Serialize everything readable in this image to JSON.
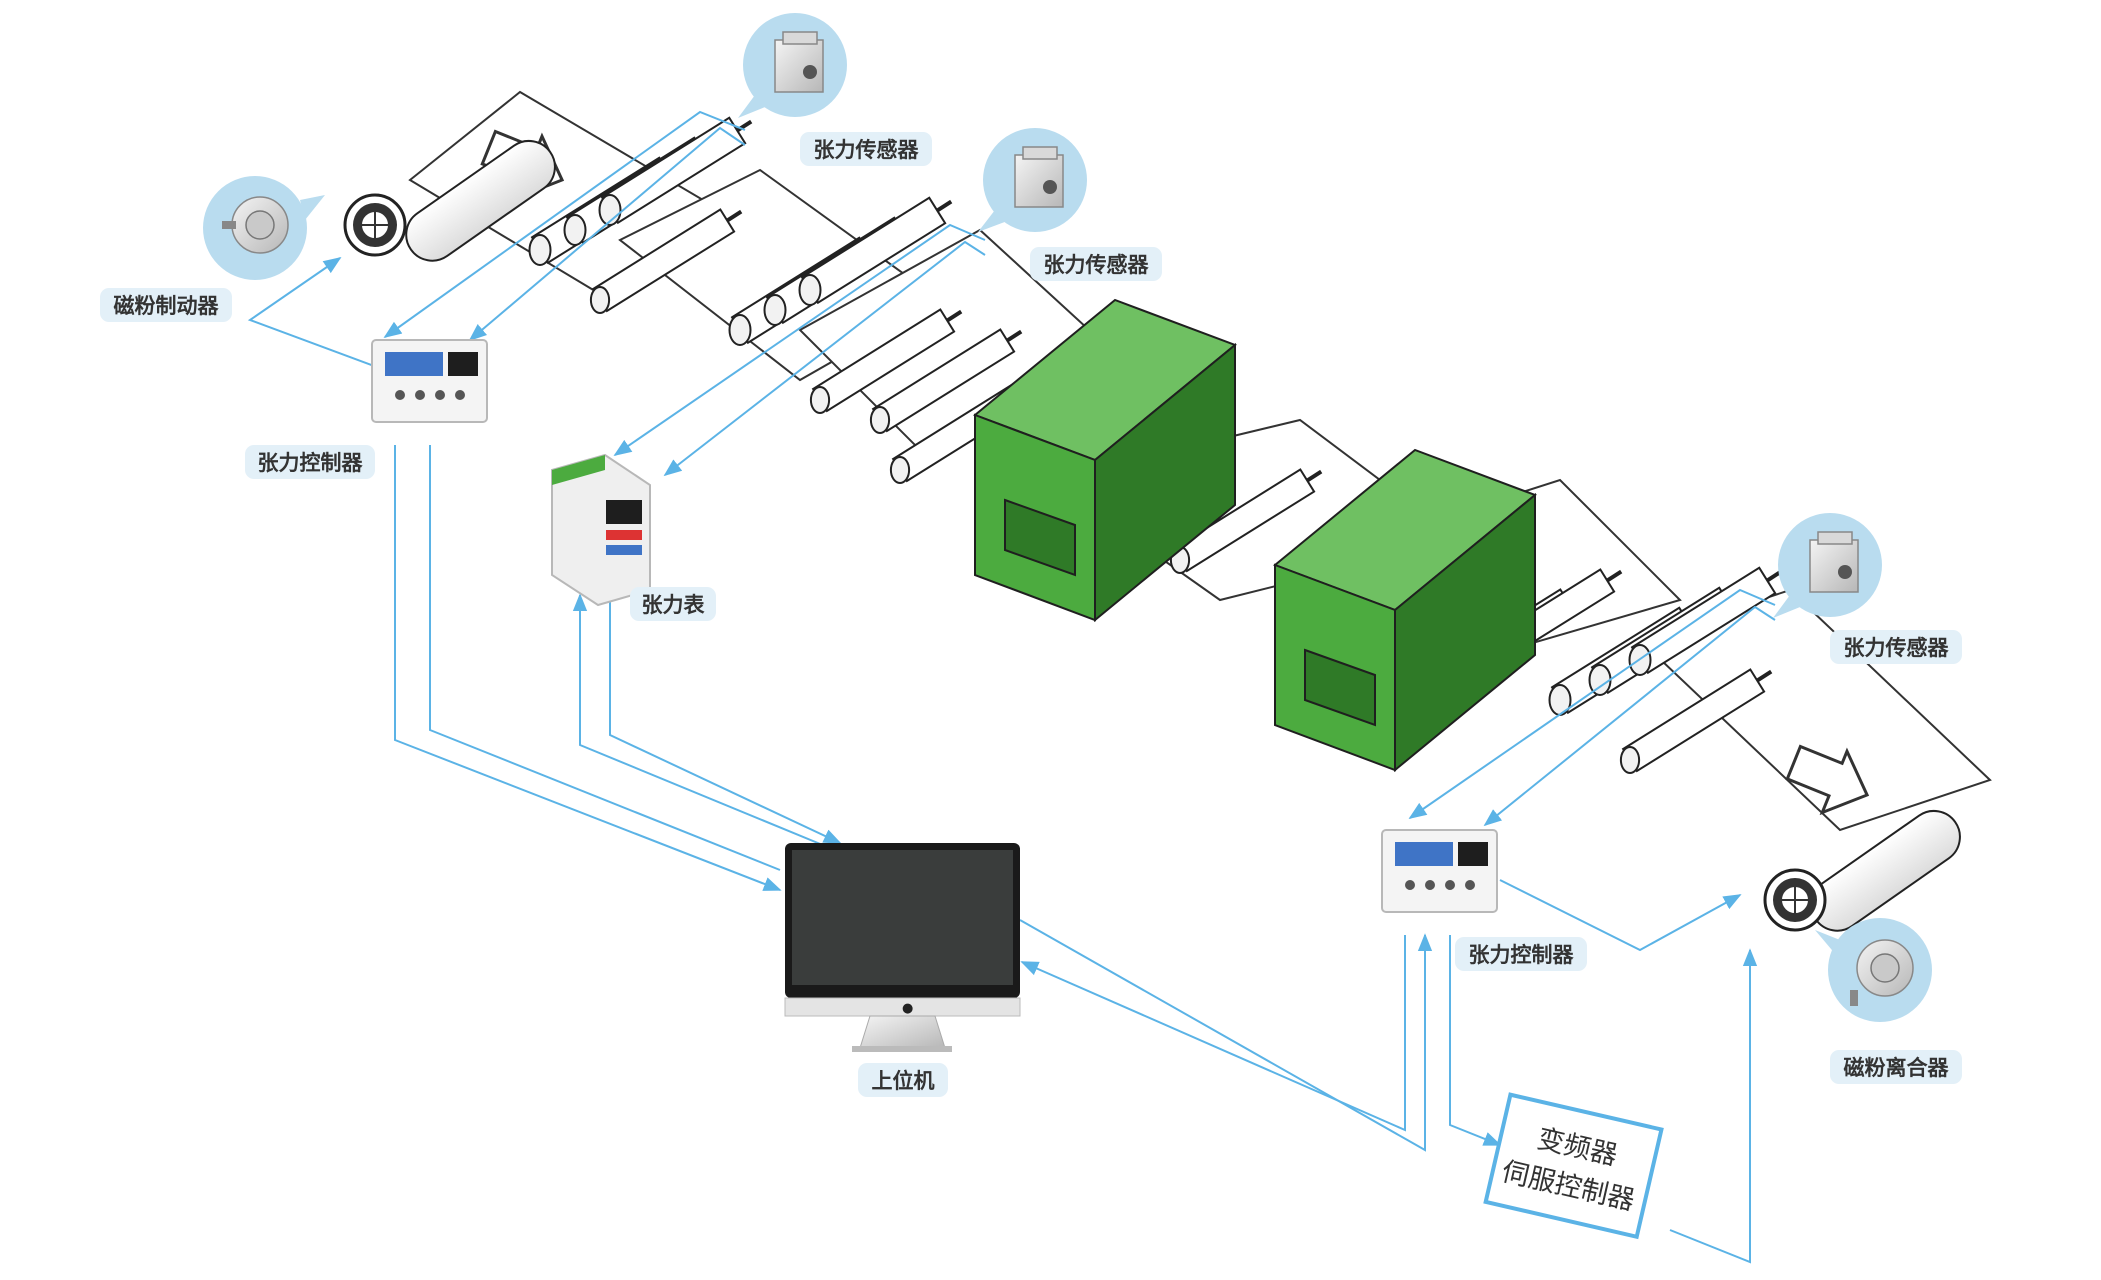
{
  "labels": {
    "magnetic_brake": "磁粉制动器",
    "tension_sensor_1": "张力传感器",
    "tension_sensor_2": "张力传感器",
    "tension_sensor_3": "张力传感器",
    "tension_controller_left": "张力控制器",
    "tension_controller_right": "张力控制器",
    "tension_meter": "张力表",
    "host_computer": "上位机",
    "magnetic_clutch": "磁粉离合器",
    "inverter_line1": "变频器",
    "inverter_line2": "伺服控制器"
  },
  "colors": {
    "connector": "#5bb3e6",
    "oven": "#4cab3f",
    "oven_dark": "#2f7a27",
    "bubble": "#b9dcef",
    "pill": "#e3f0f8",
    "monitor_screen": "#3a3d3c"
  },
  "icons": [
    "arrow-right-icon",
    "apple-logo-icon"
  ]
}
